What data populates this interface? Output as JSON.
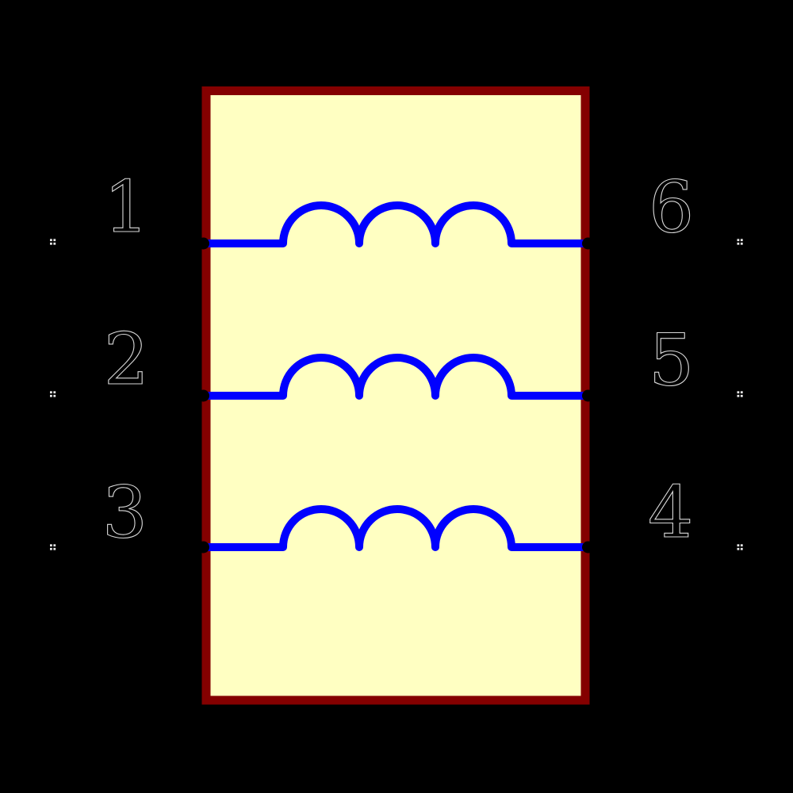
{
  "canvas": {
    "background": "#000000"
  },
  "symbol": {
    "kind": "three-winding-inductor-symbol",
    "body_fill": "#FFFFC2",
    "body_outline": "#840000",
    "winding_color": "#0000FF",
    "pin_stub_color": "#000000",
    "pin_end_marker_color": "#E8E8E8",
    "pin_number_outline": "#D8D8D8",
    "winding_count": 3
  },
  "pins": {
    "left": [
      "1",
      "2",
      "3"
    ],
    "right": [
      "6",
      "5",
      "4"
    ]
  }
}
